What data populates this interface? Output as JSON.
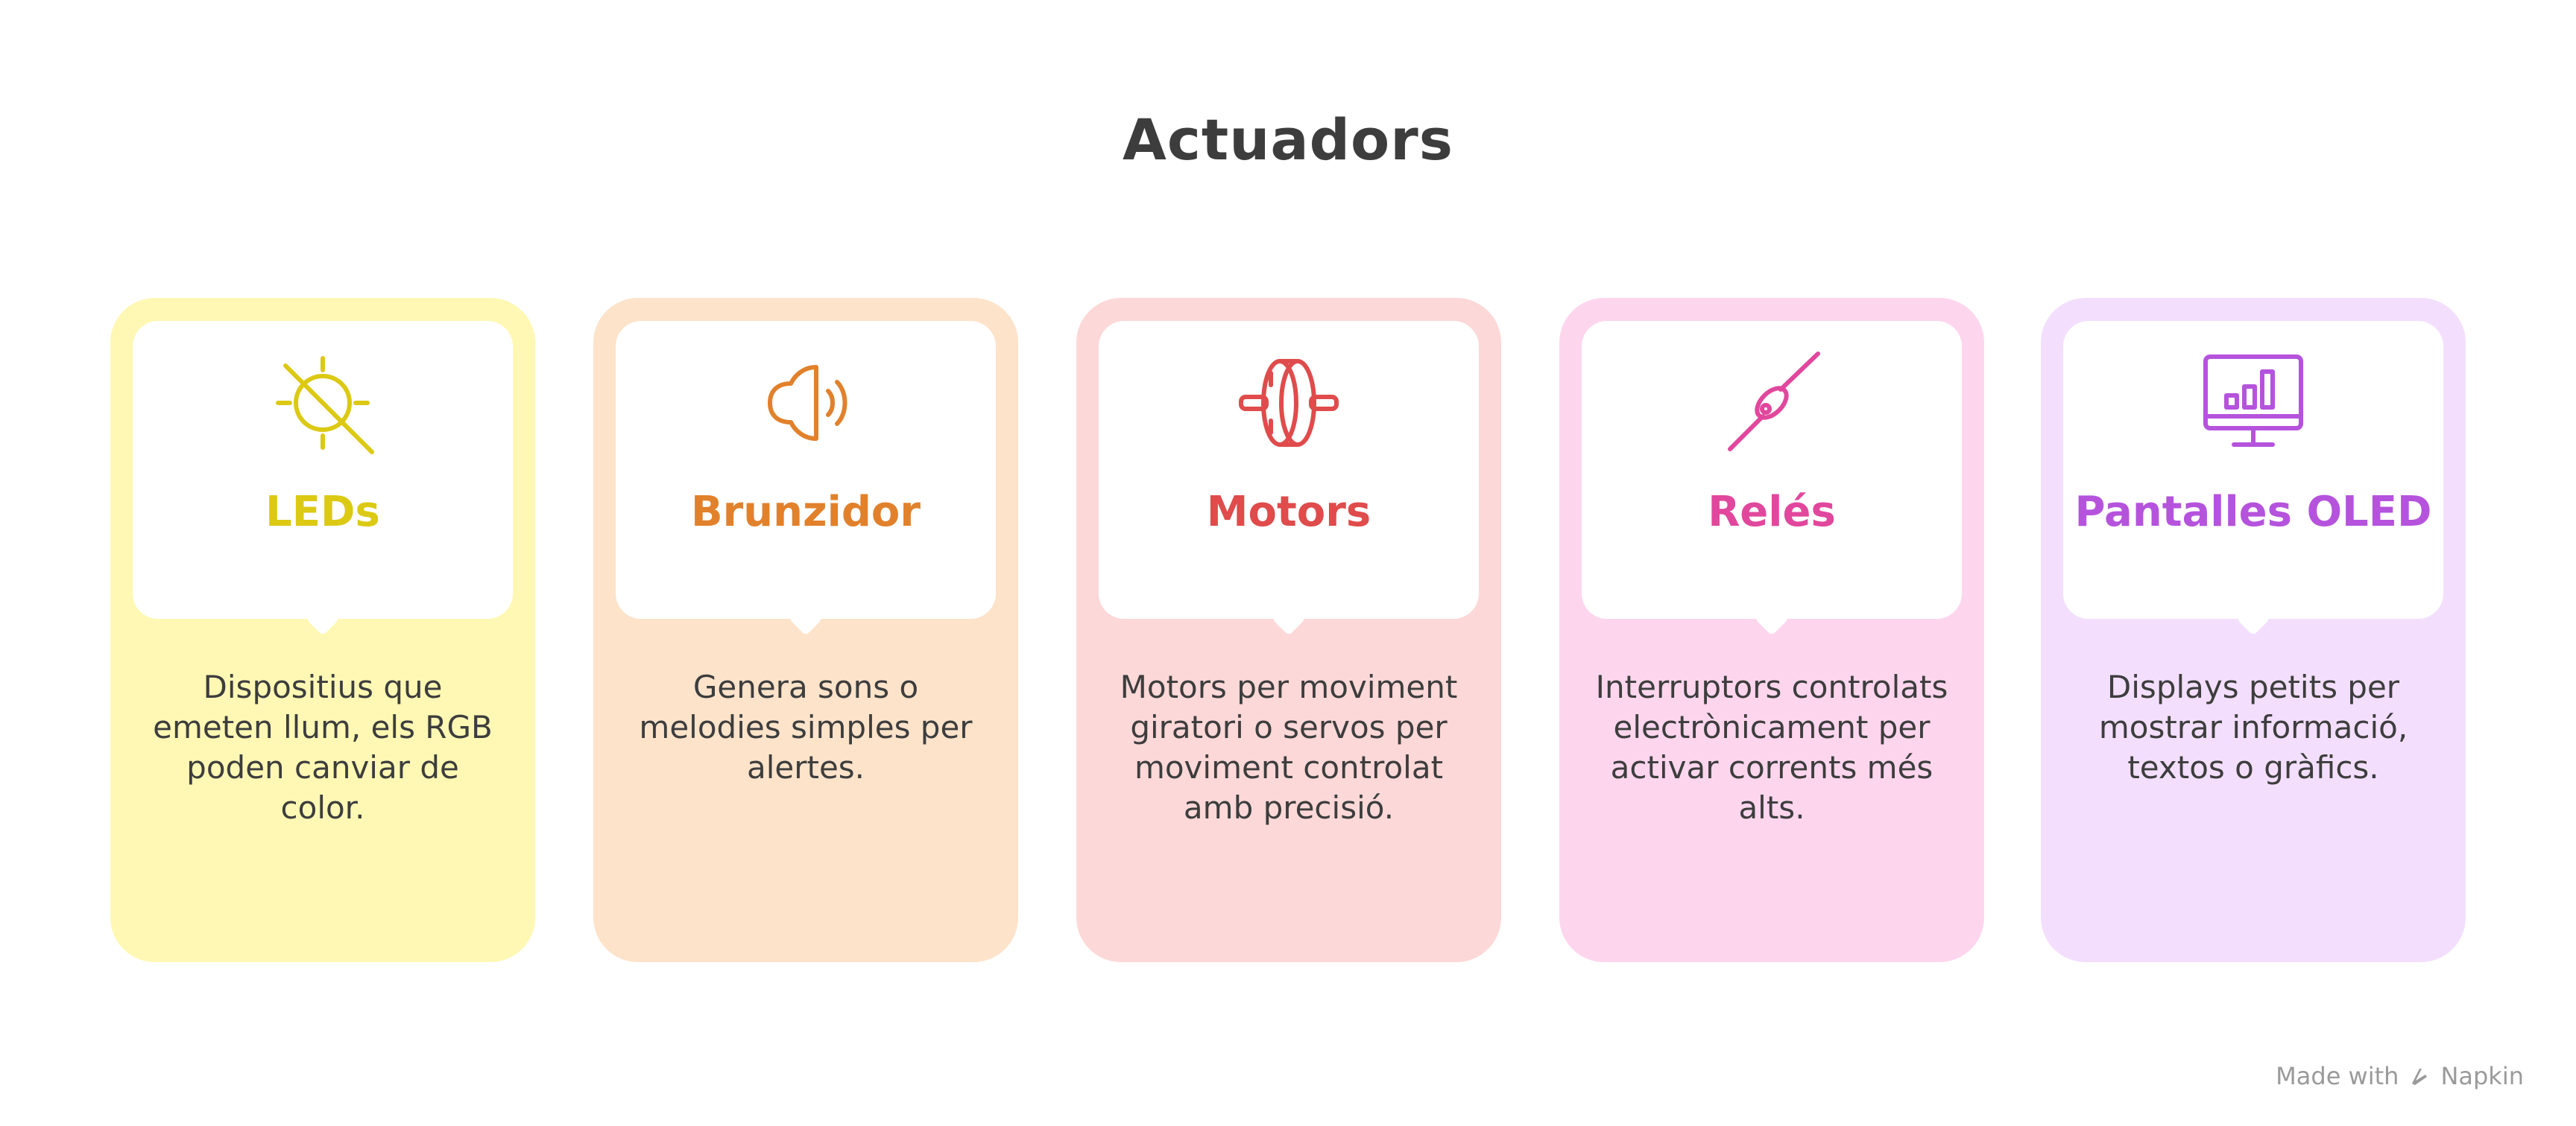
{
  "title": "Actuadors",
  "cards": [
    {
      "title": "LEDs",
      "description": "Dispositius que emeten llum, els RGB poden canviar de color.",
      "icon": "light-off-icon",
      "bg_color": "#fef8b4",
      "accent_color": "#dcc913"
    },
    {
      "title": "Brunzidor",
      "description": "Genera sons o melodies simples per alertes.",
      "icon": "speaker-icon",
      "bg_color": "#fde3ca",
      "accent_color": "#e1812c"
    },
    {
      "title": "Motors",
      "description": "Motors per moviment giratori o servos per moviment controlat amb precisió.",
      "icon": "motor-icon",
      "bg_color": "#fdd8d8",
      "accent_color": "#e04b4b"
    },
    {
      "title": "Relés",
      "description": "Interruptors controlats electrònicament per activar corrents més alts.",
      "icon": "switch-icon",
      "bg_color": "#fdd6ee",
      "accent_color": "#e1479c"
    },
    {
      "title": "Pantalles OLED",
      "description": "Displays petits per mostrar informació, textos o gràfics.",
      "icon": "monitor-chart-icon",
      "bg_color": "#f3dffd",
      "accent_color": "#b553dd"
    }
  ],
  "footer": {
    "made_with": "Made with",
    "brand": "Napkin"
  }
}
